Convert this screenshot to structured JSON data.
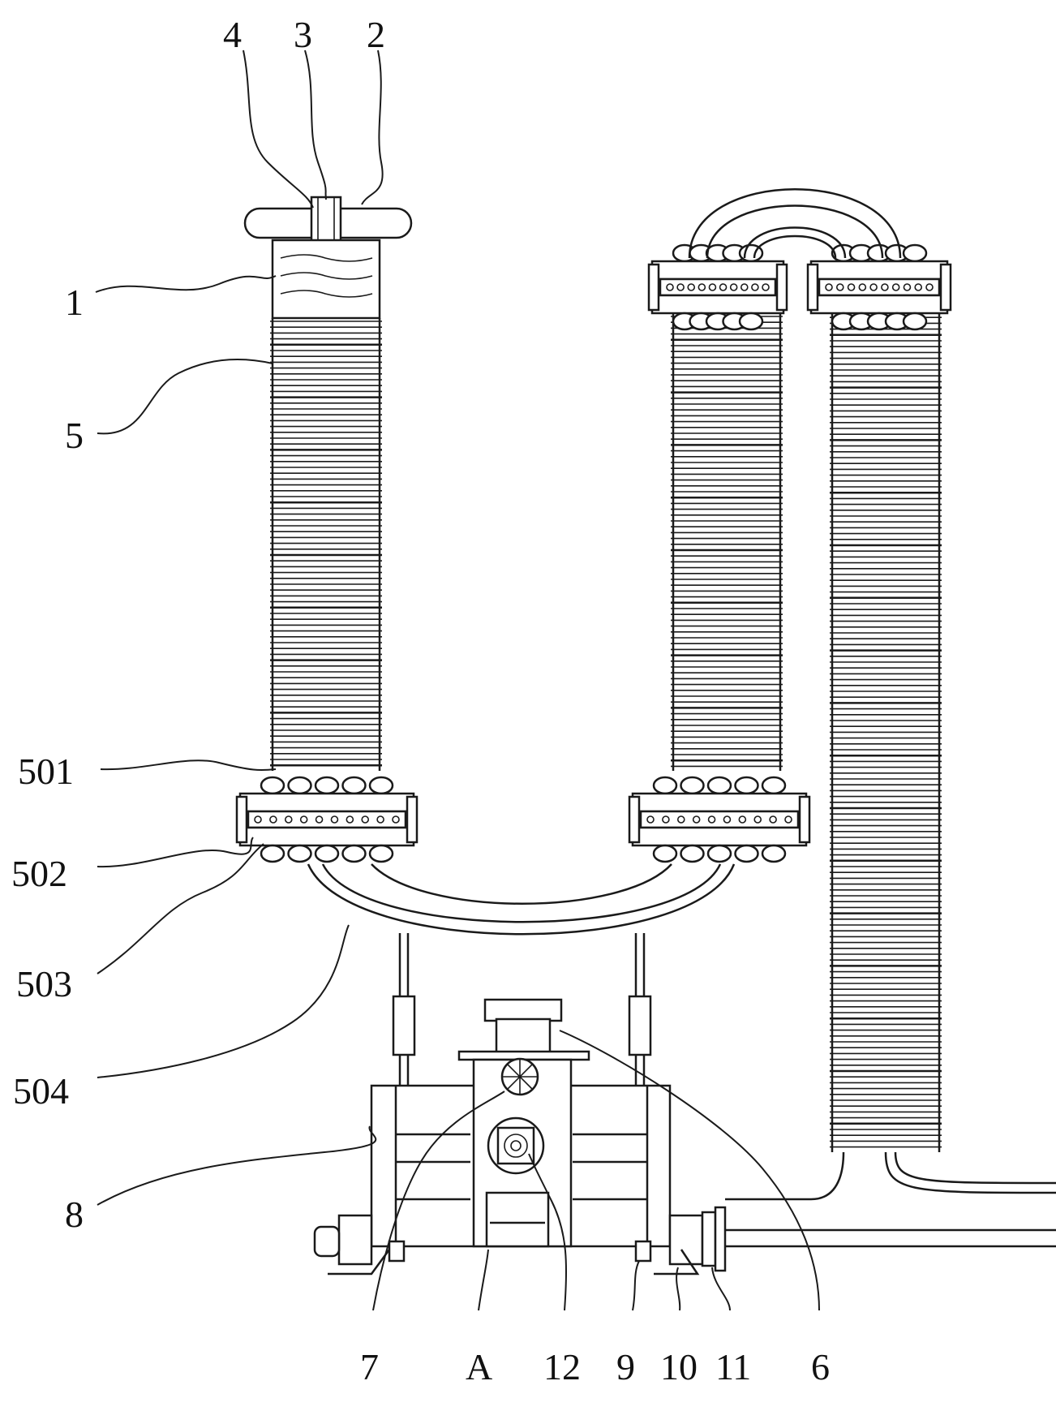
{
  "figure": {
    "callouts": {
      "c4": "4",
      "c3": "3",
      "c2": "2",
      "c1": "1",
      "c5": "5",
      "c501": "501",
      "c502": "502",
      "c503": "503",
      "c504": "504",
      "c8": "8",
      "c7": "7",
      "cA": "A",
      "c12": "12",
      "c9": "9",
      "c10": "10",
      "c11": "11",
      "c6": "6"
    }
  }
}
